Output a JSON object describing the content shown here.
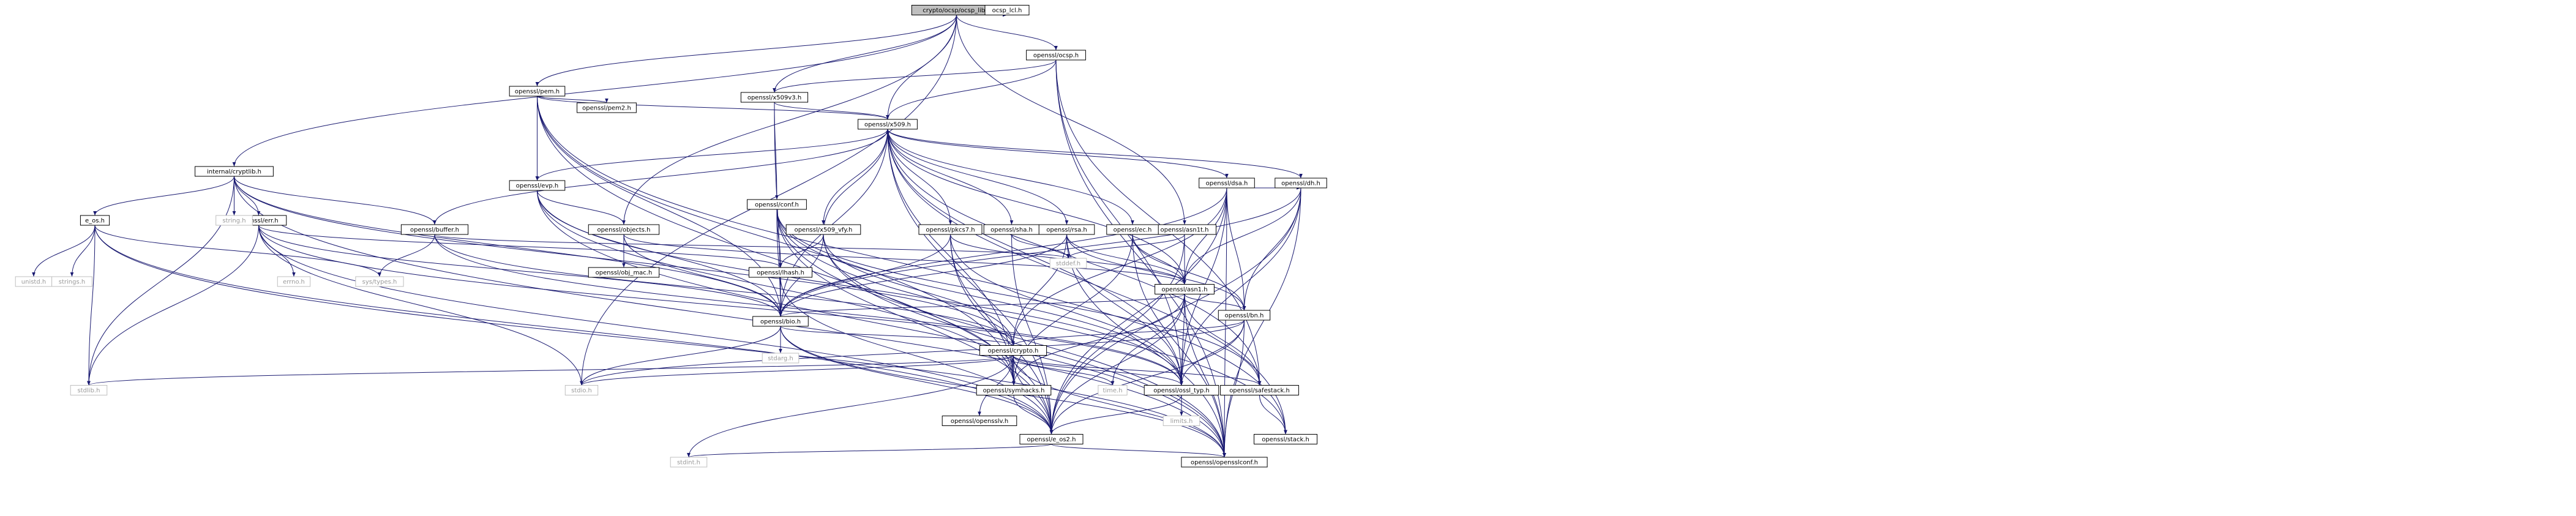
{
  "diagram": {
    "type": "include-dependency-graph",
    "edge_color": "#191970",
    "root_fill": "#bfbfbf",
    "nodes": [
      {
        "id": "root",
        "label": "crypto/ocsp/ocsp_lib.c",
        "kind": "root"
      },
      {
        "id": "ocsp_lcl",
        "label": "ocsp_lcl.h"
      },
      {
        "id": "ocsp",
        "label": "openssl/ocsp.h"
      },
      {
        "id": "x509v3",
        "label": "openssl/x509v3.h"
      },
      {
        "id": "pem",
        "label": "openssl/pem.h"
      },
      {
        "id": "x509",
        "label": "openssl/x509.h"
      },
      {
        "id": "pem2",
        "label": "openssl/pem2.h"
      },
      {
        "id": "cryptlib",
        "label": "internal/cryptlib.h"
      },
      {
        "id": "evp",
        "label": "openssl/evp.h"
      },
      {
        "id": "dsa",
        "label": "openssl/dsa.h"
      },
      {
        "id": "dh",
        "label": "openssl/dh.h"
      },
      {
        "id": "conf",
        "label": "openssl/conf.h"
      },
      {
        "id": "x509_vfy",
        "label": "openssl/x509_vfy.h"
      },
      {
        "id": "pkcs7",
        "label": "openssl/pkcs7.h"
      },
      {
        "id": "sha",
        "label": "openssl/sha.h"
      },
      {
        "id": "rsa",
        "label": "openssl/rsa.h"
      },
      {
        "id": "asn1t",
        "label": "openssl/asn1t.h"
      },
      {
        "id": "ec",
        "label": "openssl/ec.h"
      },
      {
        "id": "asn1",
        "label": "openssl/asn1.h"
      },
      {
        "id": "e_os",
        "label": "e_os.h"
      },
      {
        "id": "err",
        "label": "openssl/err.h"
      },
      {
        "id": "buffer",
        "label": "openssl/buffer.h"
      },
      {
        "id": "objects",
        "label": "openssl/objects.h"
      },
      {
        "id": "lhash",
        "label": "openssl/lhash.h"
      },
      {
        "id": "obj_mac",
        "label": "openssl/obj_mac.h"
      },
      {
        "id": "bn",
        "label": "openssl/bn.h"
      },
      {
        "id": "bio",
        "label": "openssl/bio.h"
      },
      {
        "id": "crypto",
        "label": "openssl/crypto.h"
      },
      {
        "id": "symhacks",
        "label": "openssl/symhacks.h"
      },
      {
        "id": "ossl_typ",
        "label": "openssl/ossl_typ.h"
      },
      {
        "id": "safestack",
        "label": "openssl/safestack.h"
      },
      {
        "id": "opensslv",
        "label": "openssl/opensslv.h"
      },
      {
        "id": "e_os2",
        "label": "openssl/e_os2.h"
      },
      {
        "id": "stack",
        "label": "openssl/stack.h"
      },
      {
        "id": "opensslconf",
        "label": "openssl/opensslconf.h"
      },
      {
        "id": "string",
        "label": "string.h",
        "kind": "sys"
      },
      {
        "id": "unistd",
        "label": "unistd.h",
        "kind": "sys"
      },
      {
        "id": "strings",
        "label": "strings.h",
        "kind": "sys"
      },
      {
        "id": "errno",
        "label": "errno.h",
        "kind": "sys"
      },
      {
        "id": "systypes",
        "label": "sys/types.h",
        "kind": "sys"
      },
      {
        "id": "stddef",
        "label": "stddef.h",
        "kind": "sys"
      },
      {
        "id": "stdarg",
        "label": "stdarg.h",
        "kind": "sys"
      },
      {
        "id": "stdlib",
        "label": "stdlib.h",
        "kind": "sys"
      },
      {
        "id": "stdio",
        "label": "stdio.h",
        "kind": "sys"
      },
      {
        "id": "time",
        "label": "time.h",
        "kind": "sys"
      },
      {
        "id": "limits",
        "label": "limits.h",
        "kind": "sys"
      },
      {
        "id": "stdint",
        "label": "stdint.h",
        "kind": "sys"
      }
    ],
    "edges": [
      [
        "root",
        "ocsp_lcl"
      ],
      [
        "root",
        "ocsp"
      ],
      [
        "root",
        "x509v3"
      ],
      [
        "root",
        "pem"
      ],
      [
        "root",
        "x509"
      ],
      [
        "root",
        "cryptlib"
      ],
      [
        "root",
        "objects"
      ],
      [
        "root",
        "asn1t"
      ],
      [
        "root",
        "stdio"
      ],
      [
        "ocsp",
        "x509"
      ],
      [
        "ocsp",
        "x509v3"
      ],
      [
        "ocsp",
        "ossl_typ"
      ],
      [
        "ocsp",
        "safestack"
      ],
      [
        "ocsp",
        "opensslconf"
      ],
      [
        "x509v3",
        "x509"
      ],
      [
        "x509v3",
        "bio"
      ],
      [
        "x509v3",
        "conf"
      ],
      [
        "pem",
        "x509"
      ],
      [
        "pem",
        "pem2"
      ],
      [
        "pem",
        "evp"
      ],
      [
        "pem",
        "bio"
      ],
      [
        "pem",
        "e_os2"
      ],
      [
        "pem",
        "stack"
      ],
      [
        "pem",
        "symhacks"
      ],
      [
        "x509",
        "evp"
      ],
      [
        "x509",
        "dsa"
      ],
      [
        "x509",
        "dh"
      ],
      [
        "x509",
        "x509_vfy"
      ],
      [
        "x509",
        "pkcs7"
      ],
      [
        "x509",
        "sha"
      ],
      [
        "x509",
        "rsa"
      ],
      [
        "x509",
        "ec"
      ],
      [
        "x509",
        "buffer"
      ],
      [
        "x509",
        "asn1"
      ],
      [
        "x509",
        "bio"
      ],
      [
        "x509",
        "e_os2"
      ],
      [
        "x509",
        "symhacks"
      ],
      [
        "x509",
        "ossl_typ"
      ],
      [
        "x509",
        "safestack"
      ],
      [
        "x509",
        "stack"
      ],
      [
        "cryptlib",
        "e_os"
      ],
      [
        "cryptlib",
        "string"
      ],
      [
        "cryptlib",
        "stdlib"
      ],
      [
        "cryptlib",
        "err"
      ],
      [
        "cryptlib",
        "buffer"
      ],
      [
        "cryptlib",
        "bio"
      ],
      [
        "cryptlib",
        "crypto"
      ],
      [
        "cryptlib",
        "opensslconf"
      ],
      [
        "evp",
        "objects"
      ],
      [
        "evp",
        "bio"
      ],
      [
        "evp",
        "symhacks"
      ],
      [
        "evp",
        "opensslconf"
      ],
      [
        "evp",
        "ossl_typ"
      ],
      [
        "dsa",
        "dh"
      ],
      [
        "dsa",
        "asn1"
      ],
      [
        "dsa",
        "bn"
      ],
      [
        "dsa",
        "bio"
      ],
      [
        "dsa",
        "crypto"
      ],
      [
        "dsa",
        "ossl_typ"
      ],
      [
        "dsa",
        "e_os2"
      ],
      [
        "dsa",
        "opensslconf"
      ],
      [
        "dh",
        "asn1"
      ],
      [
        "dh",
        "bn"
      ],
      [
        "dh",
        "bio"
      ],
      [
        "dh",
        "ossl_typ"
      ],
      [
        "dh",
        "e_os2"
      ],
      [
        "dh",
        "opensslconf"
      ],
      [
        "conf",
        "bio"
      ],
      [
        "conf",
        "lhash"
      ],
      [
        "conf",
        "stack"
      ],
      [
        "conf",
        "safestack"
      ],
      [
        "conf",
        "e_os2"
      ],
      [
        "conf",
        "ossl_typ"
      ],
      [
        "conf",
        "opensslconf"
      ],
      [
        "x509_vfy",
        "x509"
      ],
      [
        "x509_vfy",
        "bio"
      ],
      [
        "x509_vfy",
        "crypto"
      ],
      [
        "x509_vfy",
        "lhash"
      ],
      [
        "x509_vfy",
        "symhacks"
      ],
      [
        "x509_vfy",
        "opensslconf"
      ],
      [
        "pkcs7",
        "asn1"
      ],
      [
        "pkcs7",
        "bio"
      ],
      [
        "pkcs7",
        "e_os2"
      ],
      [
        "pkcs7",
        "symhacks"
      ],
      [
        "pkcs7",
        "ossl_typ"
      ],
      [
        "sha",
        "e_os2"
      ],
      [
        "sha",
        "stddef"
      ],
      [
        "rsa",
        "asn1"
      ],
      [
        "rsa",
        "bn"
      ],
      [
        "rsa",
        "bio"
      ],
      [
        "rsa",
        "crypto"
      ],
      [
        "rsa",
        "ossl_typ"
      ],
      [
        "rsa",
        "opensslconf"
      ],
      [
        "ec",
        "asn1"
      ],
      [
        "ec",
        "bn"
      ],
      [
        "ec",
        "opensslconf"
      ],
      [
        "ec",
        "symhacks"
      ],
      [
        "asn1t",
        "asn1"
      ],
      [
        "asn1t",
        "stddef"
      ],
      [
        "asn1t",
        "e_os2"
      ],
      [
        "asn1",
        "bn"
      ],
      [
        "asn1",
        "bio"
      ],
      [
        "asn1",
        "time"
      ],
      [
        "asn1",
        "e_os2"
      ],
      [
        "asn1",
        "safestack"
      ],
      [
        "asn1",
        "symhacks"
      ],
      [
        "asn1",
        "ossl_typ"
      ],
      [
        "asn1",
        "opensslconf"
      ],
      [
        "e_os",
        "unistd"
      ],
      [
        "e_os",
        "strings"
      ],
      [
        "e_os",
        "systypes"
      ],
      [
        "e_os",
        "stdlib"
      ],
      [
        "e_os",
        "e_os2"
      ],
      [
        "e_os",
        "opensslconf"
      ],
      [
        "err",
        "stdio"
      ],
      [
        "err",
        "stdlib"
      ],
      [
        "err",
        "errno"
      ],
      [
        "err",
        "bio"
      ],
      [
        "err",
        "lhash"
      ],
      [
        "err",
        "e_os2"
      ],
      [
        "err",
        "ossl_typ"
      ],
      [
        "buffer",
        "systypes"
      ],
      [
        "buffer",
        "stddef"
      ],
      [
        "buffer",
        "crypto"
      ],
      [
        "buffer",
        "ossl_typ"
      ],
      [
        "objects",
        "obj_mac"
      ],
      [
        "objects",
        "bio"
      ],
      [
        "objects",
        "asn1"
      ],
      [
        "lhash",
        "bio"
      ],
      [
        "lhash",
        "e_os2"
      ],
      [
        "bn",
        "crypto"
      ],
      [
        "bn",
        "ossl_typ"
      ],
      [
        "bn",
        "e_os2"
      ],
      [
        "bn",
        "opensslconf"
      ],
      [
        "bn",
        "stdio"
      ],
      [
        "bio",
        "e_os2"
      ],
      [
        "bio",
        "stdio"
      ],
      [
        "bio",
        "stdarg"
      ],
      [
        "bio",
        "crypto"
      ],
      [
        "bio",
        "opensslconf"
      ],
      [
        "crypto",
        "stdlib"
      ],
      [
        "crypto",
        "stdio"
      ],
      [
        "crypto",
        "e_os2"
      ],
      [
        "crypto",
        "safestack"
      ],
      [
        "crypto",
        "opensslv"
      ],
      [
        "crypto",
        "ossl_typ"
      ],
      [
        "crypto",
        "opensslconf"
      ],
      [
        "crypto",
        "symhacks"
      ],
      [
        "crypto",
        "time"
      ],
      [
        "crypto",
        "stdint"
      ],
      [
        "safestack",
        "stack"
      ],
      [
        "ossl_typ",
        "e_os2"
      ],
      [
        "ossl_typ",
        "limits"
      ],
      [
        "symhacks",
        "e_os2"
      ],
      [
        "e_os2",
        "opensslconf"
      ],
      [
        "e_os2",
        "stdint"
      ]
    ]
  }
}
